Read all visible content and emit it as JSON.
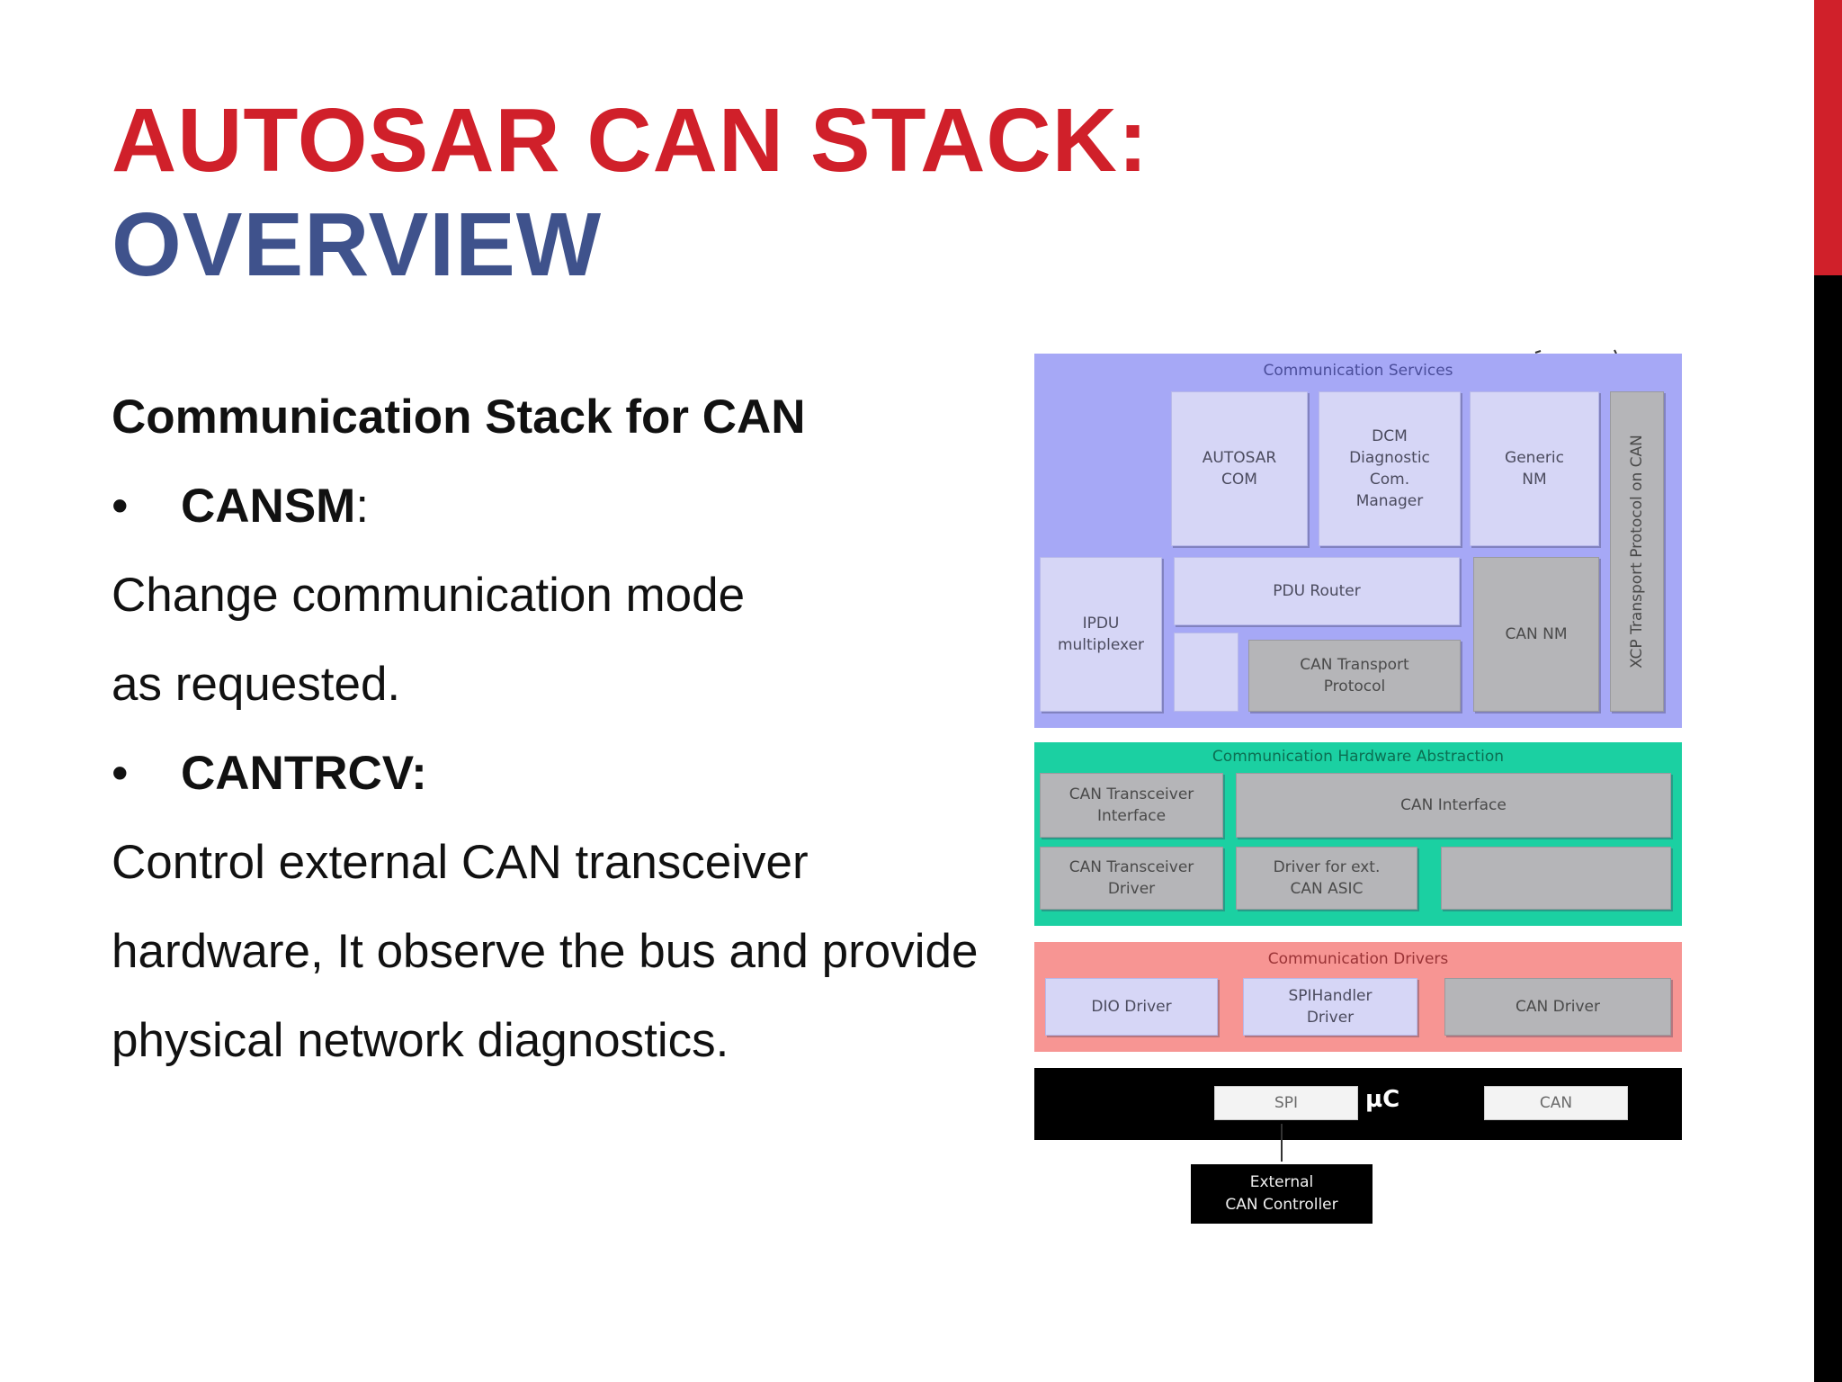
{
  "slide": {
    "title_line1": "AUTOSAR CAN STACK:",
    "title_line2": "OVERVIEW",
    "colors": {
      "title_red": "#d0202a",
      "title_blue": "#3f528c",
      "edge_red": "#d0202a",
      "edge_black": "#000000"
    }
  },
  "body": {
    "heading": "Communication Stack for CAN",
    "bullet_symbol": "•",
    "items": [
      {
        "term": "CANSM",
        "term_suffix": ":",
        "lines": [
          "Change communication mode",
          "as requested."
        ]
      },
      {
        "term": "CANTRCV:",
        "term_suffix": "",
        "lines": [
          "Control external CAN transceiver",
          "hardware, It observe the bus and provide",
          "physical network diagnostics."
        ]
      }
    ]
  },
  "diagram": {
    "services": {
      "title": "Communication Services",
      "color": "#a6a8f6",
      "autosar_com": "AUTOSAR\nCOM",
      "dcm": "DCM\nDiagnostic\nCom.\nManager",
      "generic_nm": "Generic\nNM",
      "xcp": "XCP Transport Protocol on CAN",
      "ipdu": "IPDU\nmultiplexer",
      "pdu_router": "PDU Router",
      "can_nm": "CAN NM",
      "can_tp": "CAN Transport\nProtocol"
    },
    "hw_abstraction": {
      "title": "Communication Hardware Abstraction",
      "color": "#1bd0a2",
      "trcv_interface": "CAN Transceiver\nInterface",
      "can_interface": "CAN Interface",
      "trcv_driver": "CAN Transceiver\nDriver",
      "ext_asic_driver": "Driver for ext.\nCAN ASIC"
    },
    "drivers": {
      "title": "Communication Drivers",
      "color": "#f79593",
      "dio": "DIO Driver",
      "spi_handler": "SPIHandler\nDriver",
      "can_driver": "CAN Driver"
    },
    "microcontroller": {
      "label": "µC",
      "spi": "SPI",
      "can": "CAN"
    },
    "external": {
      "label": "External\nCAN Controller"
    }
  }
}
